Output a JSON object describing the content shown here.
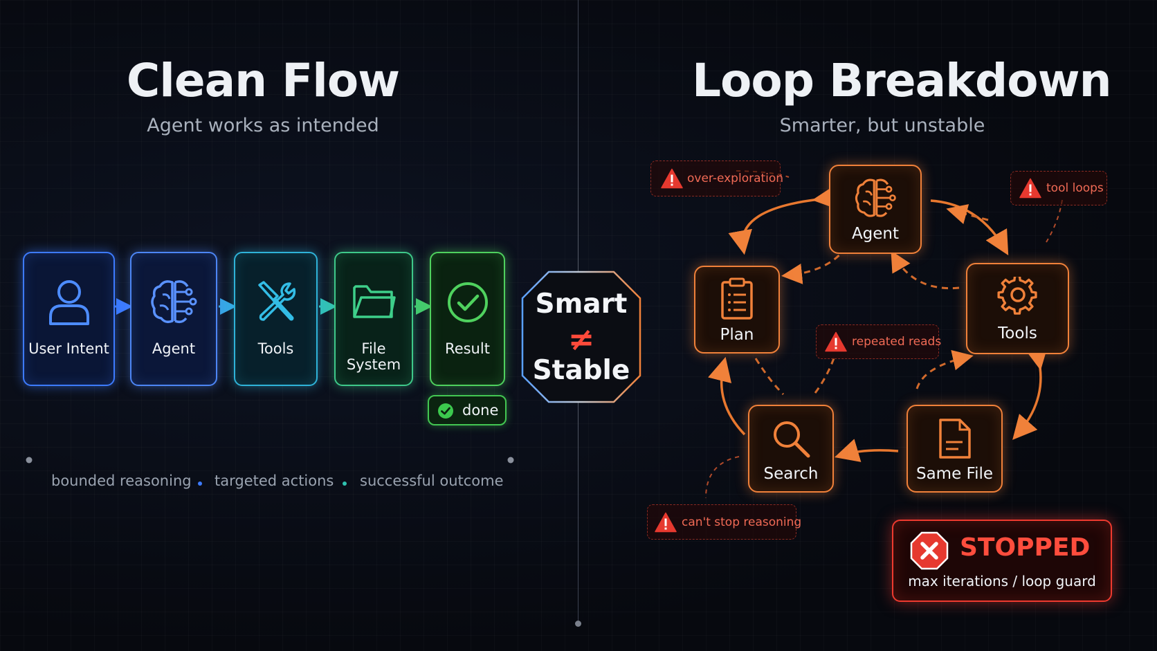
{
  "left": {
    "title": "Clean Flow",
    "subtitle": "Agent works as intended",
    "nodes": [
      "User Intent",
      "Agent",
      "Tools",
      "File\nSystem",
      "Result"
    ],
    "done_label": "done",
    "taglines": [
      "bounded reasoning",
      "targeted actions",
      "successful outcome"
    ]
  },
  "center": {
    "line1": "Smart",
    "symbol": "≠",
    "line2": "Stable"
  },
  "right": {
    "title": "Loop Breakdown",
    "subtitle": "Smarter, but unstable",
    "nodes": {
      "agent": "Agent",
      "tools": "Tools",
      "same_file": "Same File",
      "search": "Search",
      "plan": "Plan"
    },
    "warnings": {
      "over_exploration": "over-exploration",
      "tool_loops": "tool loops",
      "repeated_reads": "repeated reads",
      "cant_stop": "can't stop reasoning"
    },
    "stopped": {
      "title": "STOPPED",
      "subtitle": "max iterations / loop guard"
    }
  },
  "colors": {
    "accent_orange": "#f0813a",
    "warning_red": "#ee3a2f",
    "flow_blue": "#3d7bff",
    "flow_green": "#4fd15e"
  },
  "icons": [
    "user-icon",
    "brain-icon",
    "tools-icon",
    "folder-icon",
    "check-circle-icon",
    "clipboard-icon",
    "gear-icon",
    "document-icon",
    "search-icon",
    "warning-icon",
    "close-icon"
  ]
}
